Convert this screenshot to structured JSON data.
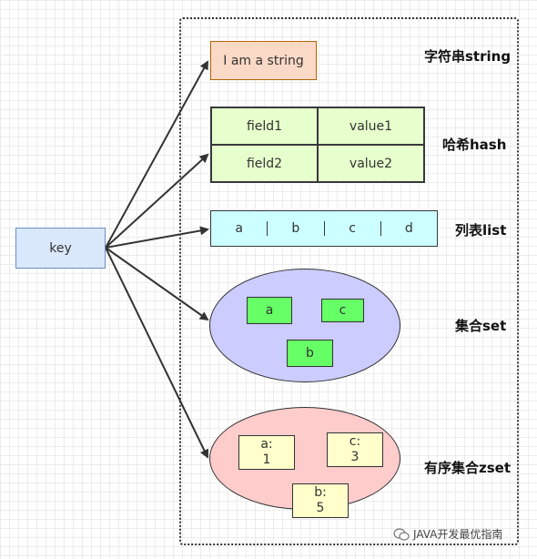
{
  "key": {
    "label": "key"
  },
  "string": {
    "value": "I am a string",
    "type_label": "字符串string"
  },
  "hash": {
    "rows": [
      {
        "field": "field1",
        "value": "value1"
      },
      {
        "field": "field2",
        "value": "value2"
      }
    ],
    "type_label": "哈希hash"
  },
  "list": {
    "items": [
      "a",
      "b",
      "c",
      "d"
    ],
    "type_label": "列表list"
  },
  "set": {
    "items": [
      "a",
      "c",
      "b"
    ],
    "type_label": "集合set"
  },
  "zset": {
    "items": [
      {
        "member": "a:",
        "score": "1"
      },
      {
        "member": "c:",
        "score": "3"
      },
      {
        "member": "b:",
        "score": "5"
      }
    ],
    "type_label": "有序集合zset"
  },
  "watermark": {
    "text": "JAVA开发最优指南"
  }
}
